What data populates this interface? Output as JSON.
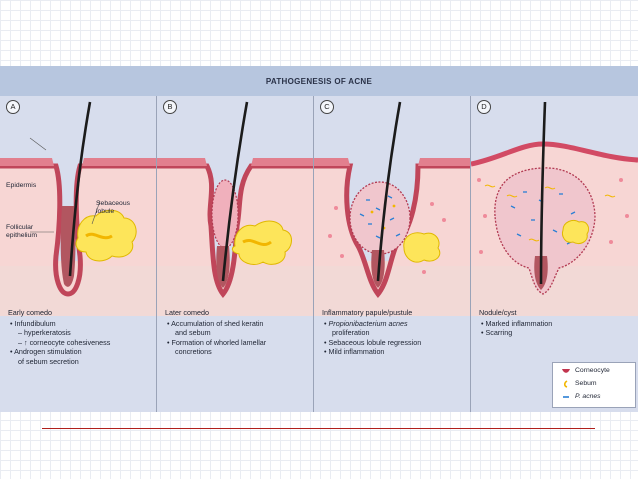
{
  "figure": {
    "title": "PATHOGENESIS OF ACNE",
    "panels": [
      {
        "letter": "A",
        "labels": {
          "epidermis": "Epidermis",
          "sebaceous_lobule": "Sebaceous\nlobule",
          "follicular_epithelium": "Follicular\nepithelium"
        },
        "title": "Early comedo",
        "lines": [
          "• Infundibulum",
          "– hyperkeratosis",
          "– ↑ corneocyte cohesiveness",
          "• Androgen stimulation",
          "of sebum secretion"
        ]
      },
      {
        "letter": "B",
        "title": "Later comedo",
        "lines": [
          "• Accumulation of shed keratin",
          "and sebum",
          "• Formation of whorled lamellar",
          "concretions"
        ]
      },
      {
        "letter": "C",
        "title": "Inflammatory papule/pustule",
        "lines": [
          "Propionibacterium acnes",
          "proliferation",
          "• Sebaceous lobule regression",
          "• Mild inflammation"
        ]
      },
      {
        "letter": "D",
        "title": "Nodule/cyst",
        "lines": [
          "• Marked inflammation",
          "• Scarring"
        ]
      }
    ],
    "legend": {
      "items": [
        {
          "label": "Corneocyte",
          "color": "#c2344e"
        },
        {
          "label": "Sebum",
          "color": "#f2b600"
        },
        {
          "label": "P. acnes",
          "color": "#2a7fd4"
        }
      ]
    }
  }
}
